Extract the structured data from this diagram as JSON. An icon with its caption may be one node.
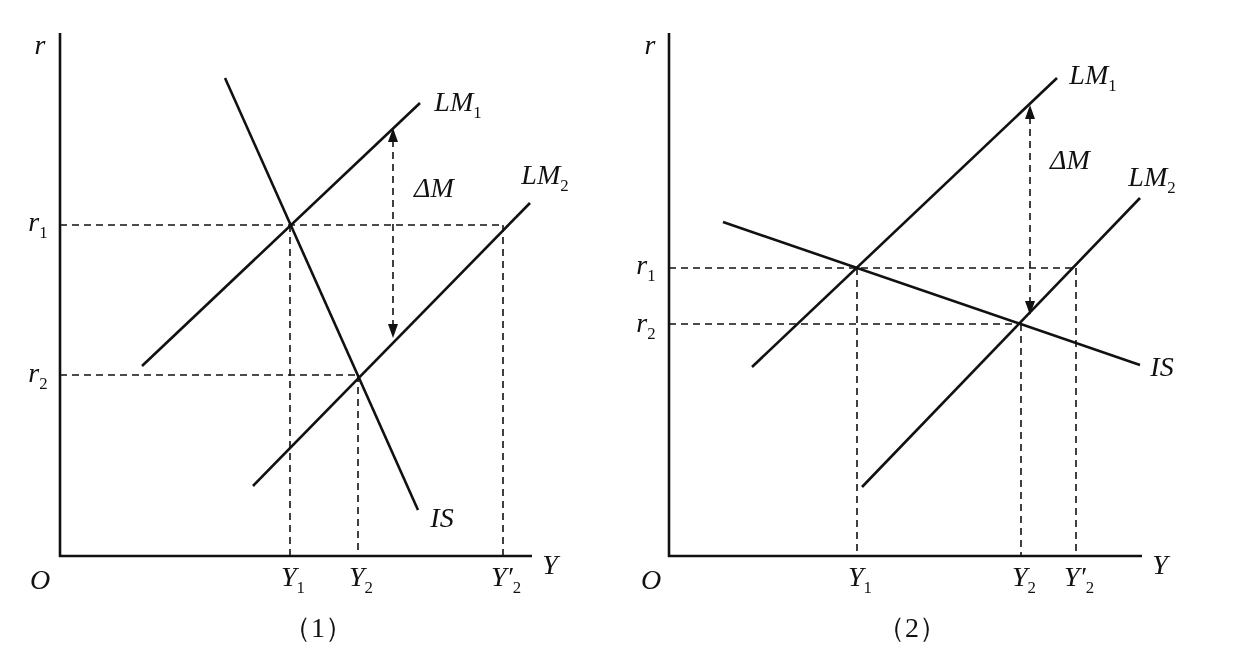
{
  "diagram": {
    "labels": [
      "r",
      "LM$_{1}$",
      "ΔM",
      "LM$_{2}$",
      "r$_{1}$",
      "r$_{2}$",
      "IS",
      "O",
      "Y$_{1}$",
      "Y$_{2}$",
      "Y′$_{2}$",
      "Y",
      "（1）",
      "r",
      "LM$_{1}$",
      "ΔM",
      "LM$_{2}$",
      "r$_{1}$",
      "r$_{2}$",
      "IS",
      "O",
      "Y$_{1}$",
      "Y$_{2}$",
      "Y′$_{2}$",
      "Y",
      "（2）"
    ]
  }
}
